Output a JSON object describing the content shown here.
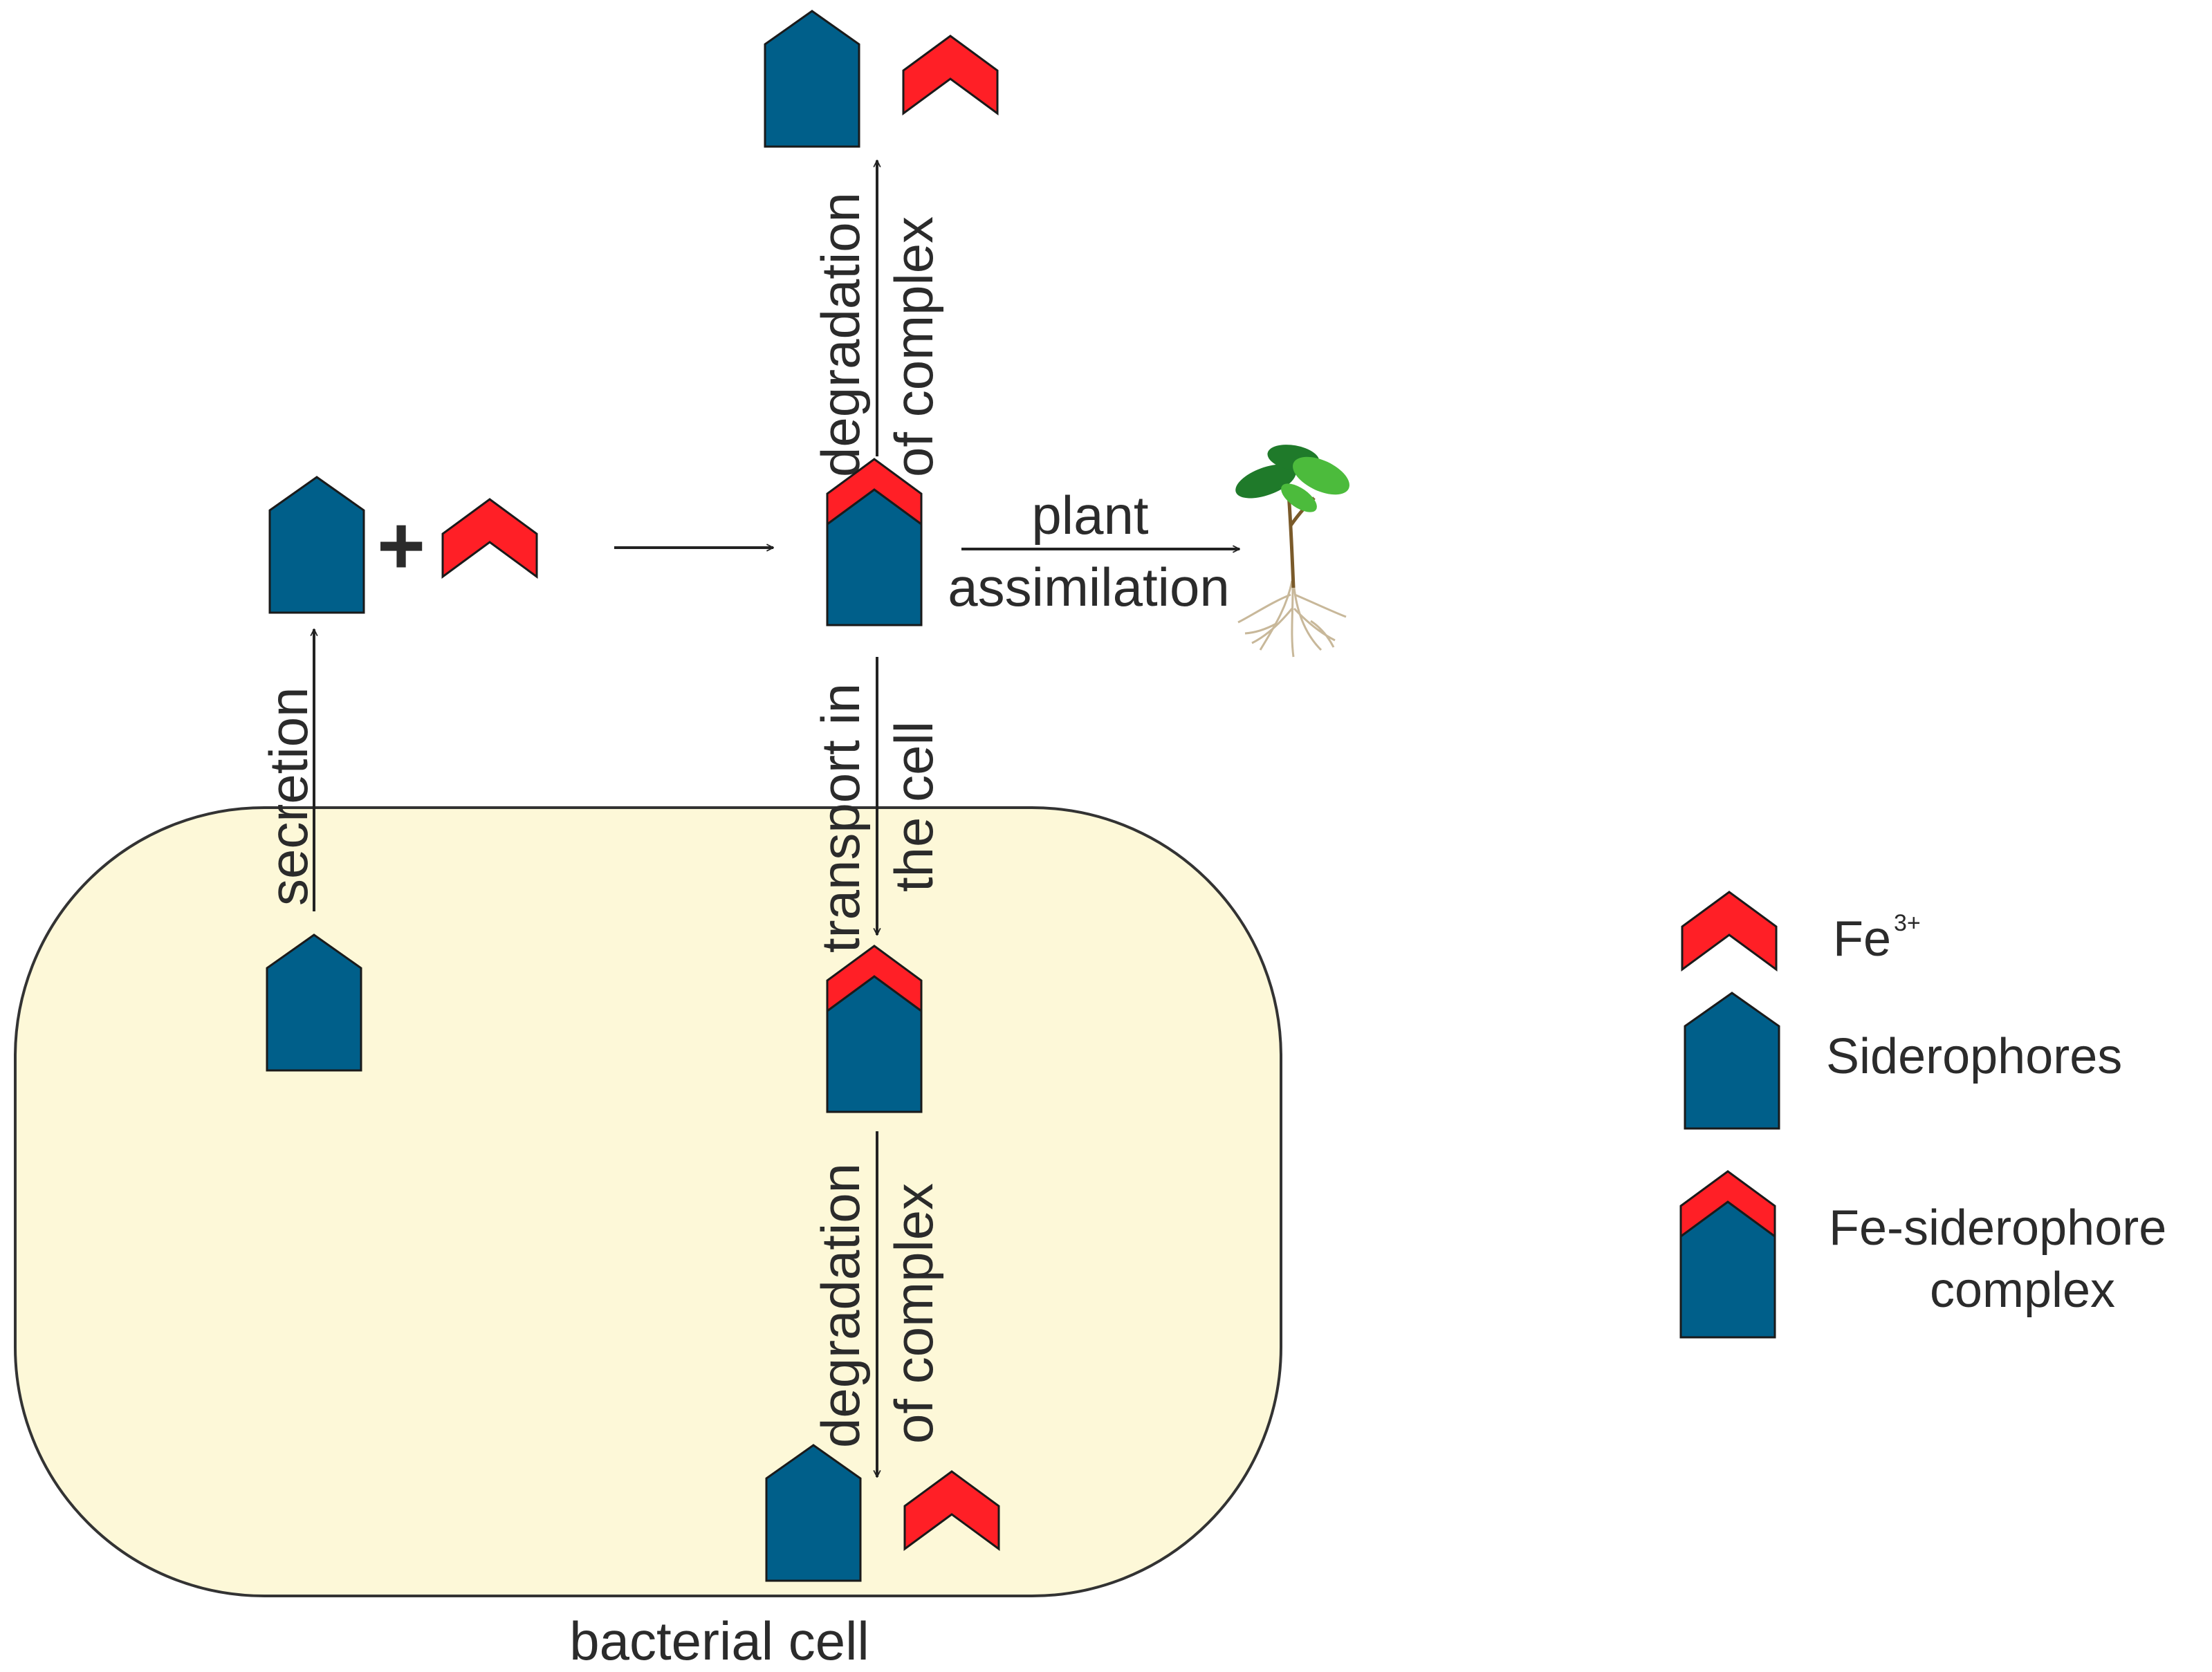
{
  "colors": {
    "siderophore": "#005f8a",
    "iron": "#ff1f26",
    "cell_fill": "#fdf8d8",
    "cell_stroke": "#333333",
    "plant_leaf_dark": "#1f7a2a",
    "plant_leaf_light": "#4cbb3c",
    "plant_stem": "#7a5a2a",
    "plant_root": "#c8b89a"
  },
  "labels": {
    "secretion": "secretion",
    "plus": "+",
    "degradation_top_line1": "degradation",
    "degradation_top_line2": "of complex",
    "transport_line1": "transport in",
    "transport_line2": "the cell",
    "degradation_bottom_line1": "degradation",
    "degradation_bottom_line2": "of complex",
    "plant_line1": "plant",
    "plant_line2": "assimilation",
    "bacterial_cell": "bacterial cell"
  },
  "legend": {
    "fe_label": "Fe",
    "fe_superscript": "3+",
    "siderophores": "Siderophores",
    "complex_line1": "Fe-siderophore",
    "complex_line2": "complex"
  },
  "icons": [
    "siderophore-icon",
    "iron-ion-icon",
    "fe-siderophore-complex-icon",
    "plant-icon"
  ]
}
